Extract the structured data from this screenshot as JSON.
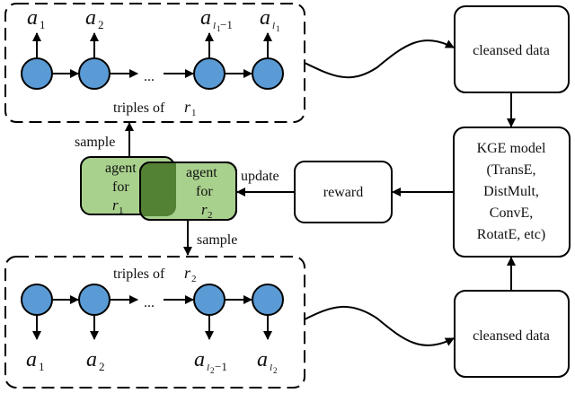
{
  "diagram": {
    "top_group": {
      "caption_prefix": "triples of",
      "caption_var": "r",
      "caption_sub": "1",
      "actions": [
        {
          "base": "a",
          "sub": "1",
          "sub_var": "",
          "sub_var_sub": "",
          "sub_suffix": ""
        },
        {
          "base": "a",
          "sub": "2",
          "sub_var": "",
          "sub_var_sub": "",
          "sub_suffix": ""
        },
        {
          "base": "a",
          "sub": "",
          "sub_var": "l",
          "sub_var_sub": "1",
          "sub_suffix": "−1"
        },
        {
          "base": "a",
          "sub": "",
          "sub_var": "l",
          "sub_var_sub": "1",
          "sub_suffix": ""
        }
      ],
      "ellipsis": "..."
    },
    "bottom_group": {
      "caption_prefix": "triples of",
      "caption_var": "r",
      "caption_sub": "2",
      "actions": [
        {
          "base": "a",
          "sub": "1",
          "sub_var": "",
          "sub_var_sub": "",
          "sub_suffix": ""
        },
        {
          "base": "a",
          "sub": "2",
          "sub_var": "",
          "sub_var_sub": "",
          "sub_suffix": ""
        },
        {
          "base": "a",
          "sub": "",
          "sub_var": "l",
          "sub_var_sub": "2",
          "sub_suffix": "−1"
        },
        {
          "base": "a",
          "sub": "",
          "sub_var": "l",
          "sub_var_sub": "2",
          "sub_suffix": ""
        }
      ],
      "ellipsis": "..."
    },
    "agent1": {
      "line1": "agent",
      "line2": "for",
      "var": "r",
      "sub": "1"
    },
    "agent2": {
      "line1": "agent",
      "line2": "for",
      "var": "r",
      "sub": "2"
    },
    "edges": {
      "sample_up": "sample",
      "sample_down": "sample",
      "update": "update"
    },
    "reward": {
      "label": "reward"
    },
    "cleansed_top": {
      "label": "cleansed data"
    },
    "cleansed_bottom": {
      "label": "cleansed data"
    },
    "kge": {
      "lines": [
        "KGE model",
        "(TransE,",
        "DistMult,",
        "ConvE,",
        "RotatE, etc)"
      ]
    },
    "colors": {
      "node_fill": "#5b9bd5",
      "agent_fill": "#a9d18e",
      "agent_overlap": "#548235",
      "stroke": "#000000"
    }
  }
}
